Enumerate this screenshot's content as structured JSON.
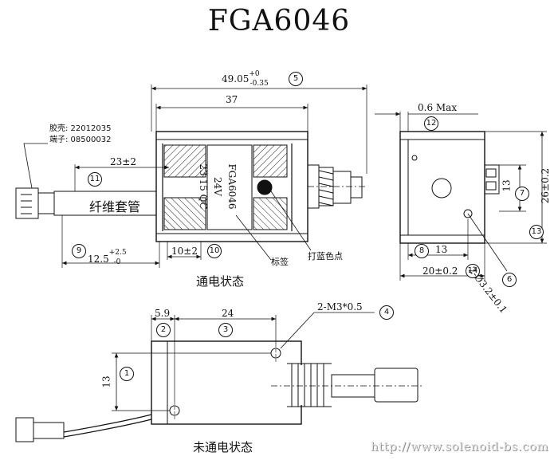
{
  "title": "FGA6046",
  "labels": {
    "housing": "胶壳: 22012035",
    "terminal": "端子: 08500032",
    "sleeve": "纤维套管",
    "label_tag": "标签",
    "blue_dot": "打蓝色点",
    "energized": "通电状态",
    "deenergized": "未通电状态",
    "watermark": "http://www.solenoid-bs.com"
  },
  "coil_label": [
    "FGA6046",
    "24V",
    "23  15  QC"
  ],
  "dims": {
    "total_len": "49.05",
    "total_tol_up": "+0",
    "total_tol_dn": "-0.35",
    "body_len": "37",
    "wire_23": "23±2",
    "wire_125": "12.5",
    "wire_125_up": "+2.5",
    "wire_125_dn": "-0",
    "strip_10": "10±2",
    "gap_06": "0.6 Max",
    "side_13": "13",
    "side_h13": "13",
    "side_26": "26±0.2",
    "side_20": "20±0.2",
    "hole_d": "2-Ø3.2±0.1",
    "d_59": "5.9",
    "d_24": "24",
    "d_13b": "13",
    "m3": "2-M3*0.5"
  },
  "callouts": [
    "1",
    "2",
    "3",
    "4",
    "5",
    "6",
    "7",
    "8",
    "9",
    "10",
    "11",
    "12",
    "13",
    "14"
  ]
}
